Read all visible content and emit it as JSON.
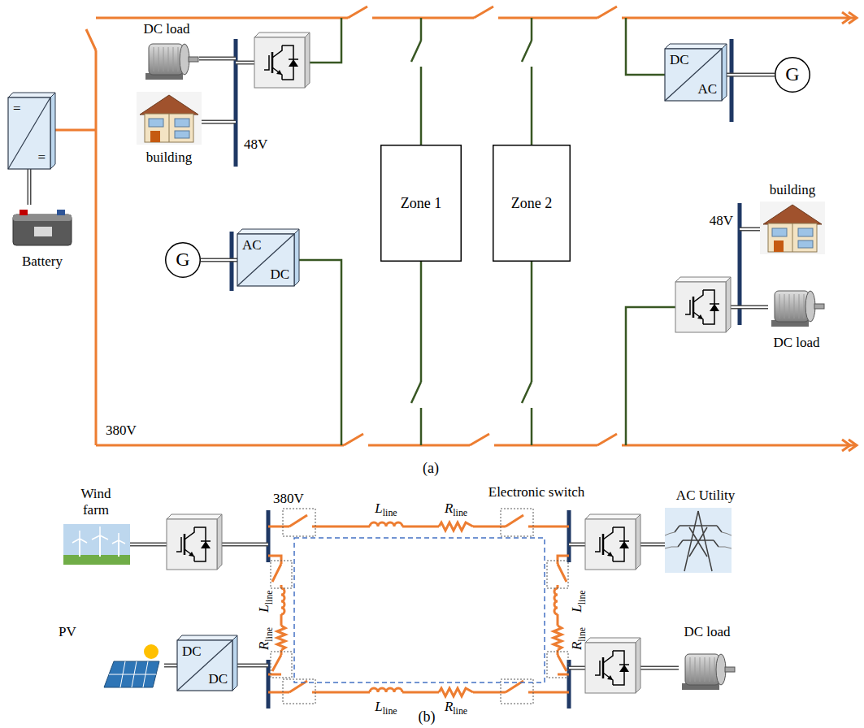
{
  "diagram": {
    "nodes": [
      {
        "text": [
          "=",
          "="
        ]
      },
      {
        "text": [
          "G"
        ]
      },
      {
        "text": [
          "AC",
          "DC"
        ]
      },
      {
        "text": [
          "Zone 1"
        ]
      },
      {
        "text": [
          "Zone 2"
        ]
      },
      {
        "text": [
          "DC",
          "AC"
        ]
      },
      {
        "text": [
          "G"
        ]
      },
      {
        "text": [
          "DC",
          "DC"
        ]
      }
    ],
    "edges": [
      {
        "from": 1,
        "to": 2,
        "arrow": "none"
      },
      {
        "from": 5,
        "to": 6,
        "arrow": "none"
      }
    ],
    "labels": [
      "DC load",
      "building",
      "48V",
      "Battery",
      "380V",
      "building",
      "48V",
      "DC load",
      "(a)",
      "Wind farm",
      "380V",
      "Lline",
      "Rline",
      "Electronic switch",
      "AC Utility",
      "Lline",
      "Rline",
      "Lline",
      "Rline",
      "PV",
      "Lline",
      "Rline",
      "DC load",
      "(b)"
    ]
  }
}
